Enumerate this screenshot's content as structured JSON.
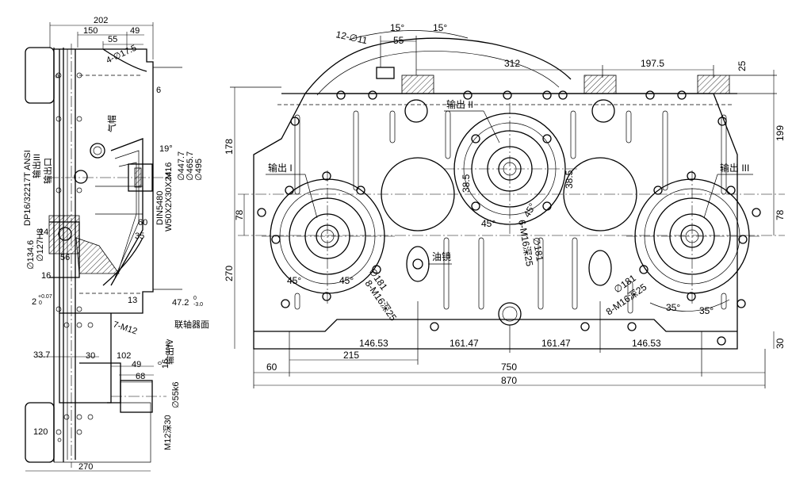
{
  "side_view": {
    "dims": {
      "d202": "202",
      "d150": "150",
      "d55": "55",
      "d49": "49",
      "hole": "4-∅17.5",
      "d6": "6",
      "d19": "19°",
      "m16": "M16",
      "d495": "∅495",
      "d465": "∅465.7",
      "d447": "∅447.7",
      "spline": "W50X2X30X24",
      "din": "DIN5480",
      "d60": "60",
      "d35": "35",
      "d14": "14",
      "d56": "56",
      "d16": "16",
      "d127": "∅127H8",
      "d134": "∅134.6",
      "tol2": "2",
      "tol2_up": "+0.07",
      "tol2_lo": "0",
      "d13": "13",
      "d47": "47.2",
      "tol47_up": "0",
      "tol47_lo": "-3.0",
      "coupling_face": "联轴器面",
      "m12_7": "7-M12",
      "d33": "33.7",
      "d30": "30",
      "d102": "102",
      "d49b": "49",
      "d68": "68",
      "d16k": "16",
      "tol16_up": "0",
      "tol16_lo": "-0.043",
      "d55k": "∅55k6",
      "m12deep": "M12深30",
      "d120": "120",
      "d270": "270"
    },
    "labels": {
      "out_iii": "输出III",
      "out_port": "输出口",
      "flange_std": "DP16/32217T ANSI",
      "out_iv": "输出IV",
      "breather": "气帽"
    }
  },
  "front_view": {
    "dims": {
      "holes12": "12-∅11",
      "ang15a": "15°",
      "ang15b": "15°",
      "d55": "55",
      "d312": "312",
      "d197": "197.5",
      "d25": "25",
      "d178": "178",
      "d199": "199",
      "d78l": "78",
      "d78r": "78",
      "d270": "270",
      "d38a": "38.5",
      "d38b": "38.5",
      "ang45a": "45°",
      "ang45b": "45°",
      "ang45c": "45°",
      "ang45d": "45°",
      "m16_ii": "6-M16深25",
      "d181_ii": "∅181",
      "m16_i": "8-M16深25",
      "d181_i": "∅181",
      "m16_iii": "8-M16深25",
      "d181_iii": "∅181",
      "ang35a": "35°",
      "ang35b": "35°",
      "d146a": "146.53",
      "d161a": "161.47",
      "d161b": "161.47",
      "d146b": "146.53",
      "d215": "215",
      "d60": "60",
      "d750": "750",
      "d870": "870",
      "d30": "30"
    },
    "labels": {
      "out_i": "输出 I",
      "out_ii": "输出 II",
      "out_iii": "输出 III",
      "sight_glass": "油镜"
    }
  }
}
